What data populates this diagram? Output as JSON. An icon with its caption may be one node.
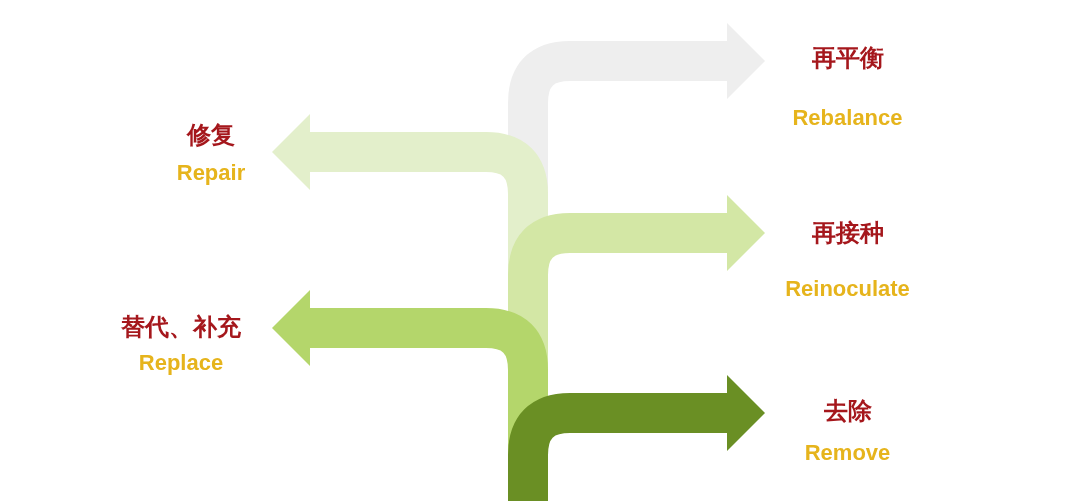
{
  "diagram": {
    "nodes": [
      {
        "text": [
          "再平衡",
          "Rebalance"
        ]
      },
      {
        "text": [
          "修复",
          "Repair"
        ]
      },
      {
        "text": [
          "再接种",
          "Reinoculate"
        ]
      },
      {
        "text": [
          "替代、补充",
          "Replace"
        ]
      },
      {
        "text": [
          "去除",
          "Remove"
        ]
      }
    ],
    "edges": [
      {
        "from": null,
        "to": 0,
        "arrow": "to",
        "color": "#eeeeee"
      },
      {
        "from": null,
        "to": 1,
        "arrow": "to",
        "color": "#e3efcb"
      },
      {
        "from": null,
        "to": 2,
        "arrow": "to",
        "color": "#d3e7a5"
      },
      {
        "from": null,
        "to": 3,
        "arrow": "to",
        "color": "#b4d66b"
      },
      {
        "from": null,
        "to": 4,
        "arrow": "to",
        "color": "#6a8f24"
      }
    ]
  }
}
